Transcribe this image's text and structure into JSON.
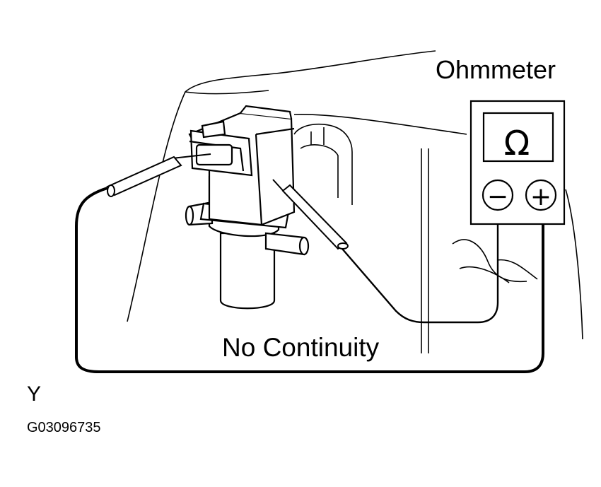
{
  "labels": {
    "meter_title": "Ohmmeter",
    "result": "No Continuity",
    "view_letter": "Y",
    "figure_code": "G03096735"
  },
  "meter": {
    "symbol": "Ω",
    "negative_terminal": "−",
    "positive_terminal": "+"
  },
  "colors": {
    "line": "#000000",
    "background": "#ffffff"
  }
}
